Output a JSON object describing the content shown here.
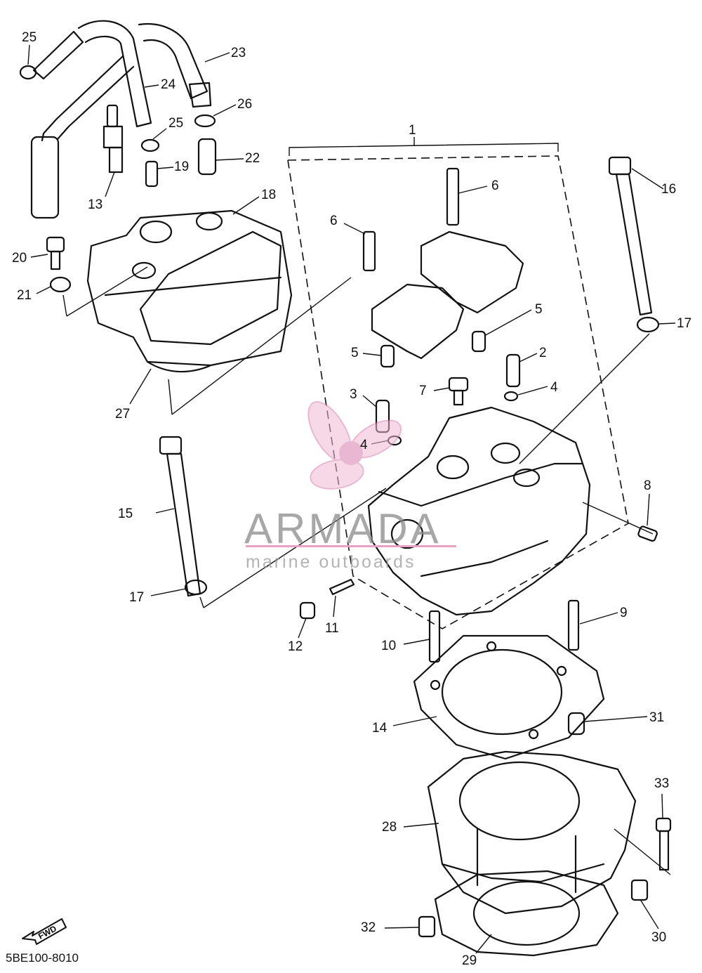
{
  "diagram_code": "5BE100-8010",
  "fwd_label": "FWD",
  "watermark": {
    "brand": "ARMADA",
    "tagline": "marine outboards"
  },
  "callouts": [
    {
      "id": "c1",
      "label": "1"
    },
    {
      "id": "c2",
      "label": "2"
    },
    {
      "id": "c3",
      "label": "3"
    },
    {
      "id": "c4a",
      "label": "4"
    },
    {
      "id": "c4b",
      "label": "4"
    },
    {
      "id": "c5a",
      "label": "5"
    },
    {
      "id": "c5b",
      "label": "5"
    },
    {
      "id": "c6a",
      "label": "6"
    },
    {
      "id": "c6b",
      "label": "6"
    },
    {
      "id": "c7",
      "label": "7"
    },
    {
      "id": "c8",
      "label": "8"
    },
    {
      "id": "c9",
      "label": "9"
    },
    {
      "id": "c10",
      "label": "10"
    },
    {
      "id": "c11",
      "label": "11"
    },
    {
      "id": "c12",
      "label": "12"
    },
    {
      "id": "c13",
      "label": "13"
    },
    {
      "id": "c14",
      "label": "14"
    },
    {
      "id": "c15",
      "label": "15"
    },
    {
      "id": "c16",
      "label": "16"
    },
    {
      "id": "c17a",
      "label": "17"
    },
    {
      "id": "c17b",
      "label": "17"
    },
    {
      "id": "c18",
      "label": "18"
    },
    {
      "id": "c19",
      "label": "19"
    },
    {
      "id": "c20",
      "label": "20"
    },
    {
      "id": "c21",
      "label": "21"
    },
    {
      "id": "c22",
      "label": "22"
    },
    {
      "id": "c23",
      "label": "23"
    },
    {
      "id": "c24",
      "label": "24"
    },
    {
      "id": "c25a",
      "label": "25"
    },
    {
      "id": "c25b",
      "label": "25"
    },
    {
      "id": "c26",
      "label": "26"
    },
    {
      "id": "c27",
      "label": "27"
    },
    {
      "id": "c28",
      "label": "28"
    },
    {
      "id": "c29",
      "label": "29"
    },
    {
      "id": "c30",
      "label": "30"
    },
    {
      "id": "c31",
      "label": "31"
    },
    {
      "id": "c32",
      "label": "32"
    },
    {
      "id": "c33",
      "label": "33"
    }
  ]
}
